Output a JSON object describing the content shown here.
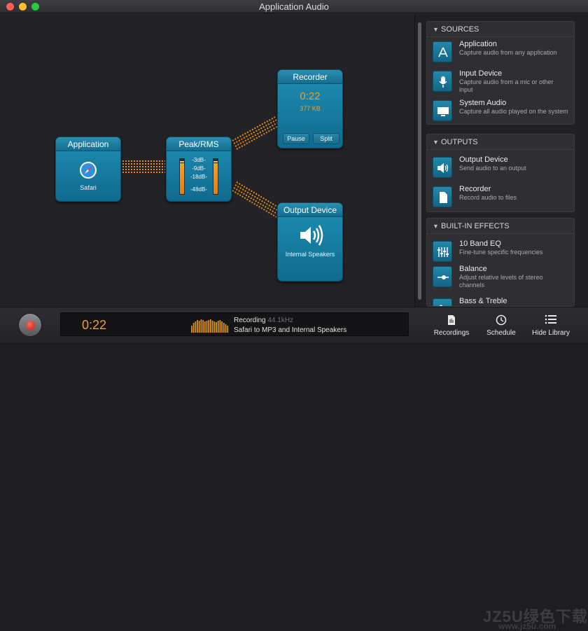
{
  "window": {
    "title": "Application Audio"
  },
  "nodes": {
    "application": {
      "title": "Application",
      "subtitle": "Safari"
    },
    "peak": {
      "title": "Peak/RMS",
      "db_labels": [
        "-3dB-",
        "-9dB-",
        "-18dB-",
        "-48dB-"
      ],
      "left_level": 0.88,
      "right_level": 0.88
    },
    "recorder": {
      "title": "Recorder",
      "time": "0:22",
      "size": "377 KB",
      "pause_label": "Pause",
      "split_label": "Split"
    },
    "output": {
      "title": "Output Device",
      "subtitle": "Internal Speakers"
    }
  },
  "library": {
    "sources": {
      "header": "SOURCES",
      "items": [
        {
          "title": "Application",
          "desc": "Capture audio from any application",
          "icon": "app-store-icon"
        },
        {
          "title": "Input Device",
          "desc": "Capture audio from a mic or other input",
          "icon": "microphone-icon"
        },
        {
          "title": "System Audio",
          "desc": "Capture all audio played on the system",
          "icon": "monitor-icon"
        }
      ]
    },
    "outputs": {
      "header": "OUTPUTS",
      "items": [
        {
          "title": "Output Device",
          "desc": "Send audio to an output",
          "icon": "speaker-icon"
        },
        {
          "title": "Recorder",
          "desc": "Record audio to files",
          "icon": "document-icon"
        }
      ]
    },
    "effects": {
      "header": "BUILT-IN EFFECTS",
      "items": [
        {
          "title": "10 Band EQ",
          "desc": "Fine-tune specific frequencies",
          "icon": "eq-sliders-icon"
        },
        {
          "title": "Balance",
          "desc": "Adjust relative levels of stereo channels",
          "icon": "balance-icon"
        },
        {
          "title": "Bass & Treble",
          "desc": "",
          "icon": "bass-treble-icon"
        }
      ]
    }
  },
  "bottom": {
    "time": "0:22",
    "status": "Recording",
    "sample_rate": "44.1kHz",
    "description": "Safari to MP3 and Internal Speakers",
    "buttons": {
      "recordings": "Recordings",
      "schedule": "Schedule",
      "hide_library": "Hide Library"
    }
  },
  "watermark": {
    "line1": "JZ5U绿色下载",
    "line2": "www.jz5u.com"
  },
  "colors": {
    "accent_orange": "#f39c2a",
    "node_blue": "#1a7fa3",
    "record_red": "#e0261a"
  }
}
